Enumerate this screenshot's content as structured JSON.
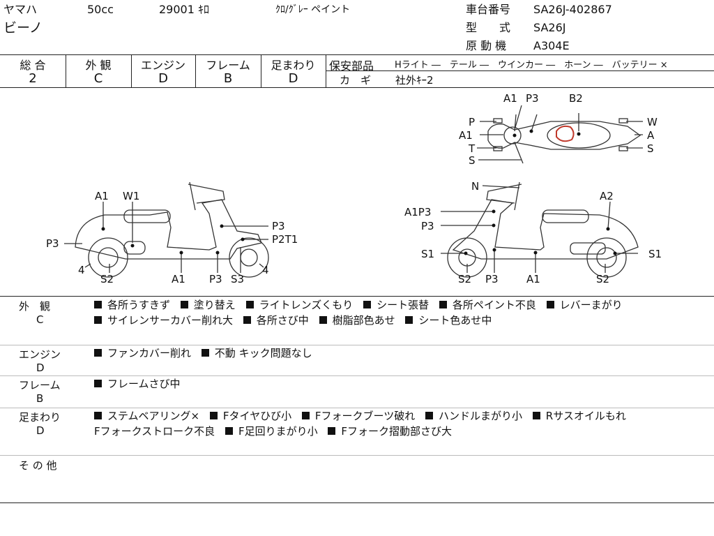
{
  "header": {
    "maker": "ヤマハ",
    "displacement": "50cc",
    "mileage": "29001 ｷﾛ",
    "color": "ｸﾛ/ｸﾞﾚｰ ペイント",
    "model_name": "ビーノ",
    "frame_no_label": "車台番号",
    "frame_no": "SA26J-402867",
    "type_label": "型　　式",
    "type": "SA26J",
    "engine_label": "原 動 機",
    "engine": "A304E"
  },
  "grades": [
    {
      "label": "総 合",
      "value": "2"
    },
    {
      "label": "外 観",
      "value": "C"
    },
    {
      "label": "エンジン",
      "value": "D"
    },
    {
      "label": "フレーム",
      "value": "B"
    },
    {
      "label": "足まわり",
      "value": "D"
    }
  ],
  "safety": {
    "label": "保安部品",
    "items": "Hライト ―　テール ―　ウインカー ―　ホーン ―　バッテリー ×",
    "key_label": "カ　ギ",
    "key_value": "社外ｷｰ2"
  },
  "diagram": {
    "top_labels": [
      "A1",
      "P3",
      "B2",
      "P",
      "W",
      "A1",
      "A",
      "T",
      "S",
      "S"
    ],
    "left_labels": [
      "A1",
      "W1",
      "P3",
      "P3",
      "P2T1",
      "4",
      "4",
      "S2",
      "A1",
      "P3",
      "S3"
    ],
    "right_labels": [
      "N",
      "A2",
      "A1P3",
      "P3",
      "S1",
      "S1",
      "S2",
      "P3",
      "A1",
      "S2"
    ]
  },
  "sections": [
    {
      "name": "外　観",
      "grade": "C",
      "lines": [
        [
          "各所うすきず",
          "塗り替え",
          "ライトレンズくもり",
          "シート張替",
          "各所ペイント不良",
          "レバーまがり"
        ],
        [
          "サイレンサーカバー削れ大",
          "各所さび中",
          "樹脂部色あせ",
          "シート色あせ中"
        ]
      ]
    },
    {
      "name": "エンジン",
      "grade": "D",
      "lines": [
        [
          "ファンカバー削れ",
          "不動 キック問題なし"
        ]
      ]
    },
    {
      "name": "フレーム",
      "grade": "B",
      "lines": [
        [
          "フレームさび中"
        ]
      ]
    },
    {
      "name": "足まわり",
      "grade": "D",
      "line1": [
        "ステムベアリング×",
        "Fタイヤひび小",
        "Fフォークブーツ破れ",
        "ハンドルまがり小",
        "Rサスオイルもれ"
      ],
      "line2": [
        "Fフォークストローク不良",
        "F足回りまがり小",
        "Fフォーク摺動部さび大"
      ]
    }
  ],
  "other_label": "そ の 他"
}
